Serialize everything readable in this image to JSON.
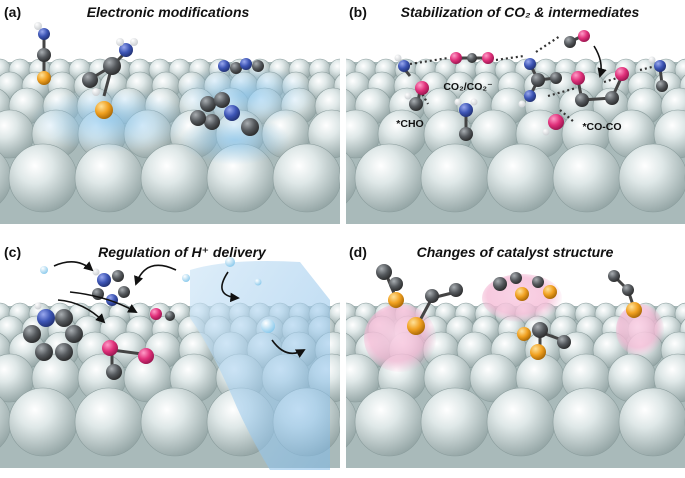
{
  "panels": [
    {
      "id": "a",
      "label": "(a)",
      "title": "Electronic modifications"
    },
    {
      "id": "b",
      "label": "(b)",
      "title": "Stabilization of CO₂ & intermediates"
    },
    {
      "id": "c",
      "label": "(c)",
      "title": "Regulation of H⁺ delivery"
    },
    {
      "id": "d",
      "label": "(d)",
      "title": "Changes of catalyst structure"
    }
  ],
  "annotations": {
    "co2": "CO₂/CO₂⁻",
    "cho": "*CHO",
    "coco": "*CO-CO"
  },
  "colors": {
    "surface_sphere": "#c9d6d6",
    "nitrogen": "#3d55b5",
    "oxygen": "#e0307a",
    "carbon": "#555a5e",
    "metal_dopant": "#f0a020",
    "hydrogen": "#ffffff",
    "proton": "#bfe3f6",
    "electronic_cloud": "#8ec8ef",
    "structure_glow": "#f4b8d4"
  }
}
